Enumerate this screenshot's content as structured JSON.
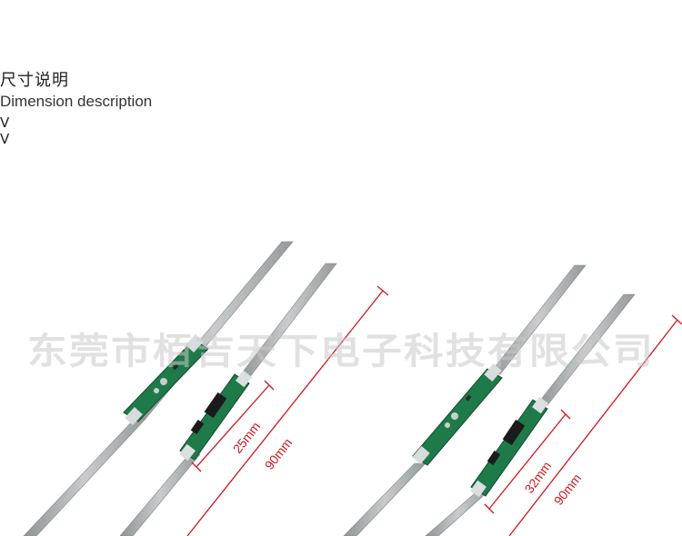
{
  "header": {
    "title_cn": "尺寸说明",
    "title_en": "Dimension description",
    "arrow": "V"
  },
  "watermark": "东莞市栢吉天下电子科技有限公司",
  "left_product": {
    "small_label": "25mm",
    "large_label": "90mm"
  },
  "right_product": {
    "small_label": "32mm",
    "large_label": "90mm"
  },
  "colors": {
    "dimension_line": "#d0161b",
    "nickel_strip": "#aeb3b3",
    "pcb_green": "#1f7a4a",
    "watermark": "#c9c9c9"
  }
}
